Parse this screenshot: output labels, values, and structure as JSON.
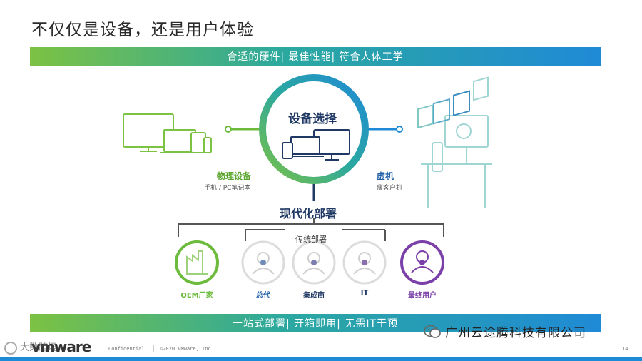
{
  "slide": {
    "title": "不仅仅是设备，还是用户体验",
    "top_band": "合适的硬件| 最佳性能| 符合人体工学",
    "bottom_band": "一站式部署| 开箱即用| 无需IT干预",
    "page_number": "14"
  },
  "center": {
    "label": "设备选择"
  },
  "left_side": {
    "title": "物理设备",
    "subtitle": "手机 / PC笔记本",
    "icon": "devices-icon"
  },
  "right_side": {
    "title": "虚机",
    "subtitle": "瘦客户机",
    "icon": "virtual-desktop-icon"
  },
  "deployment": {
    "title": "现代化部署",
    "traditional_label": "传统部署",
    "nodes": [
      {
        "label": "OEM厂家",
        "icon": "factory-icon",
        "color": "#6cbb3c"
      },
      {
        "label": "总代",
        "icon": "user-icon",
        "color": "#1f5fa8"
      },
      {
        "label": "集成商",
        "icon": "user-icon",
        "color": "#1f3864"
      },
      {
        "label": "IT",
        "icon": "user-icon",
        "color": "#1f3864"
      },
      {
        "label": "最终用户",
        "icon": "user-icon",
        "color": "#7b3fa8"
      }
    ]
  },
  "footer": {
    "logo": "vmware",
    "confidential": "Confidential",
    "copyright": "©2020 VMware, Inc.",
    "watermark": "大数跨境",
    "company": "广州云途腾科技有限公司"
  },
  "colors": {
    "green": "#7cc243",
    "teal": "#2ba8a0",
    "blue": "#1f8ad6",
    "purple": "#7b3fa8",
    "navy": "#1f3864"
  }
}
